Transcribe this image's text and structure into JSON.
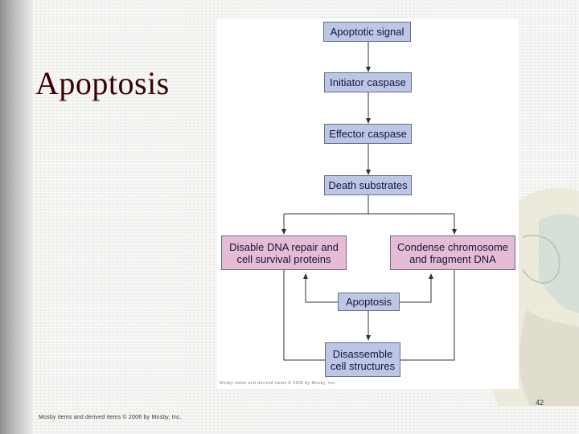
{
  "slide": {
    "title": "Apoptosis",
    "page_number": "42",
    "footer_credit": "Mosby items and derived items © 2006 by Mosby, Inc."
  },
  "figure": {
    "credit": "Mosby items and derived items © 2006 by Mosby, Inc.",
    "nodes": {
      "signal": "Apoptotic signal",
      "initiator": "Initiator caspase",
      "effector": "Effector caspase",
      "death": "Death substrates",
      "disable": "Disable DNA repair and cell survival proteins",
      "condense": "Condense chromosome and fragment DNA",
      "apoptosis": "Apoptosis",
      "disassemble": "Disassemble cell structures"
    }
  },
  "colors": {
    "box_blue": "#bcc7e5",
    "box_pink": "#e5bcd3",
    "arrow": "#333333",
    "title": "#3a0000"
  }
}
